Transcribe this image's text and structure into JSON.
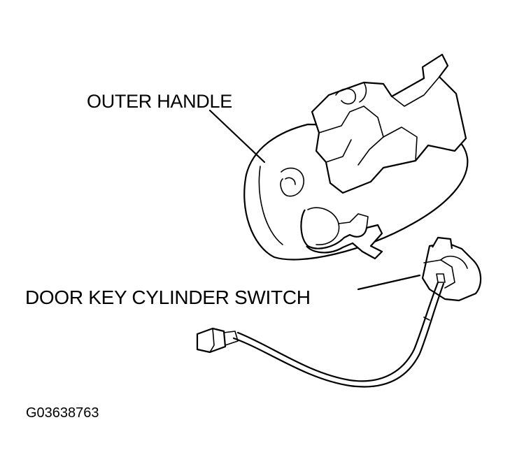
{
  "diagram": {
    "labels": {
      "outer_handle": "OUTER HANDLE",
      "door_key_cylinder_switch": "DOOR KEY CYLINDER SWITCH"
    },
    "figure_id": "G03638763"
  },
  "colors": {
    "ink": "#000000",
    "background": "#ffffff"
  }
}
